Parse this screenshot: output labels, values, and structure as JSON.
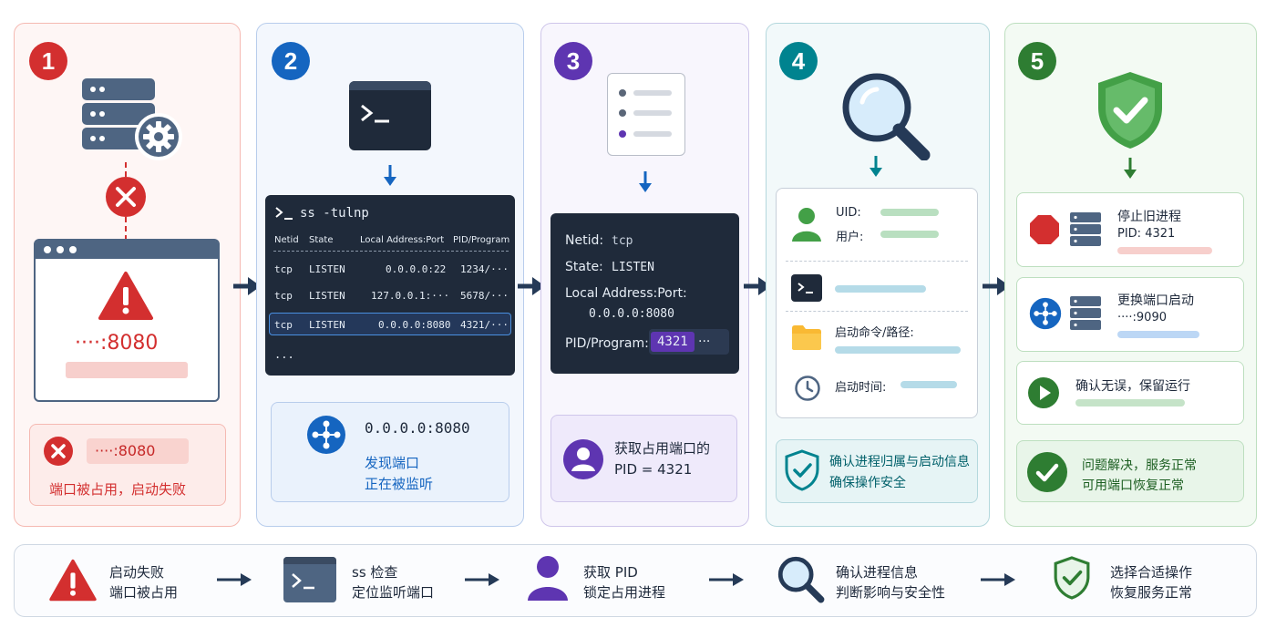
{
  "steps": [
    {
      "number": "1",
      "color": "#d32f2f"
    },
    {
      "number": "2",
      "color": "#1565c0"
    },
    {
      "number": "3",
      "color": "#5e35b1"
    },
    {
      "number": "4",
      "color": "#00838f"
    },
    {
      "number": "5",
      "color": "#2e7d32"
    }
  ],
  "step1": {
    "port_text": "····:8080",
    "card_port": "····:8080",
    "card_message": "端口被占用，启动失败"
  },
  "step2": {
    "command": "ss -tulnp",
    "headers": [
      "Netid",
      "State",
      "Local Address:Port",
      "PID/Program"
    ],
    "rows": [
      [
        "tcp",
        "LISTEN",
        "0.0.0.0:22",
        "1234/···"
      ],
      [
        "tcp",
        "LISTEN",
        "127.0.0.1:···",
        "5678/···"
      ],
      [
        "tcp",
        "LISTEN",
        "0.0.0.0:8080",
        "4321/···"
      ]
    ],
    "ellipsis": "...",
    "info_address": "0.0.0.0:8080",
    "info_line1": "发现端口",
    "info_line2": "正在被监听"
  },
  "step3": {
    "netid_label": "Netid:",
    "netid_value": "tcp",
    "state_label": "State:",
    "state_value": "LISTEN",
    "addr_label": "Local Address:Port:",
    "addr_value": "0.0.0.0:8080",
    "pid_label": "PID/Program:",
    "pid_value": "4321",
    "pid_suffix": "···",
    "card_line1": "获取占用端口的",
    "card_line2": "PID = 4321"
  },
  "step4": {
    "uid_label": "UID:",
    "user_label": "用户:",
    "cmd_label": "启动命令/路径:",
    "time_label": "启动时间:",
    "card_line1": "确认进程归属与启动信息",
    "card_line2": "确保操作安全"
  },
  "step5": {
    "opt1_title": "停止旧进程",
    "opt1_sub": "PID: 4321",
    "opt2_title": "更换端口启动",
    "opt2_sub": "····:9090",
    "opt3_title": "确认无误，保留运行",
    "result_line1": "问题解决，服务正常",
    "result_line2": "可用端口恢复正常"
  },
  "summary": [
    {
      "line1": "启动失败",
      "line2": "端口被占用"
    },
    {
      "line1": "ss 检查",
      "line2": "定位监听端口"
    },
    {
      "line1": "获取 PID",
      "line2": "锁定占用进程"
    },
    {
      "line1": "确认进程信息",
      "line2": "判断影响与安全性"
    },
    {
      "line1": "选择合适操作",
      "line2": "恢复服务正常"
    }
  ],
  "colors": {
    "red": "#d32f2f",
    "blue": "#1565c0",
    "purple": "#5e35b1",
    "teal": "#00838f",
    "green": "#2e7d32",
    "navy": "#1f2a3a"
  }
}
